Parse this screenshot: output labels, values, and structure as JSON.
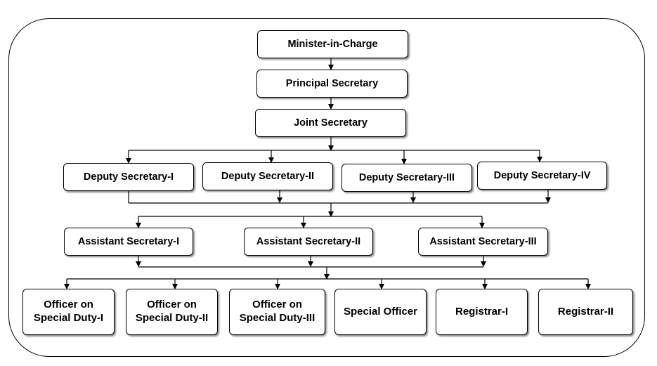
{
  "org_chart": {
    "top": {
      "minister": "Minister-in-Charge",
      "principal_secretary": "Principal Secretary",
      "joint_secretary": "Joint Secretary"
    },
    "deputy_secretaries": [
      "Deputy Secretary-I",
      "Deputy Secretary-II",
      "Deputy Secretary-III",
      "Deputy Secretary-IV"
    ],
    "assistant_secretaries": [
      "Assistant Secretary-I",
      "Assistant Secretary-II",
      "Assistant Secretary-III"
    ],
    "officers": [
      "Officer on\nSpecial Duty-I",
      "Officer on\nSpecial Duty-II",
      "Officer on\nSpecial Duty-III",
      "Special Officer",
      "Registrar-I",
      "Registrar-II"
    ]
  }
}
